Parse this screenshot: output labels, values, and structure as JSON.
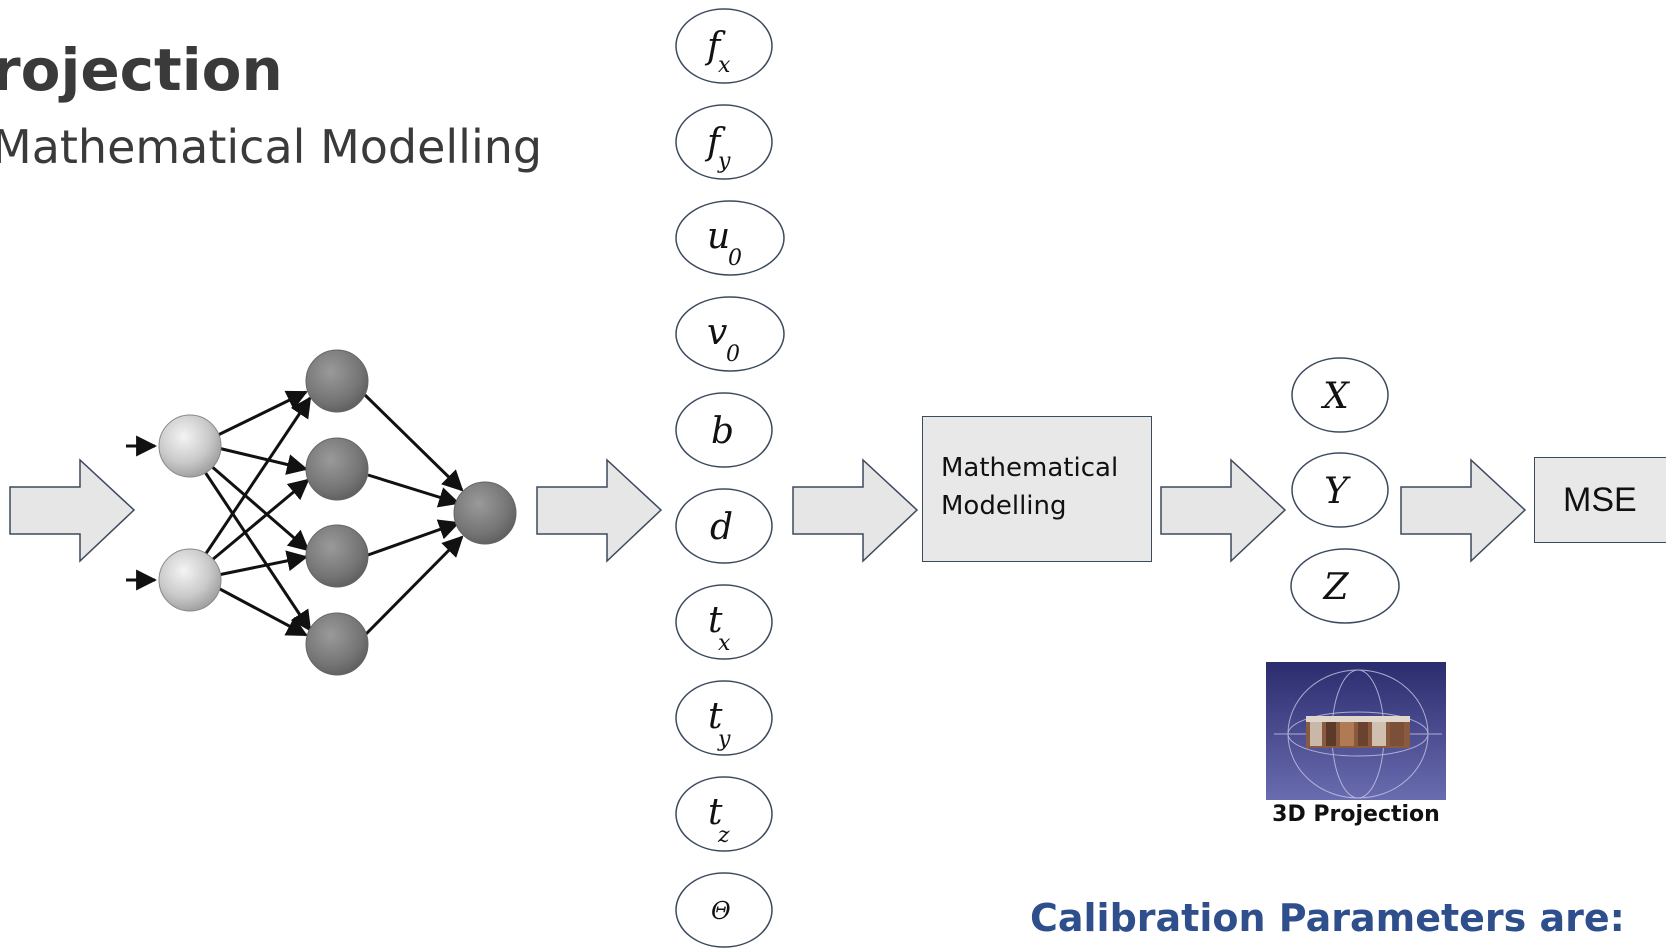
{
  "slide": {
    "title": "rojection",
    "subtitle": "Mathematical Modelling",
    "model_box": {
      "line1": "Mathematical",
      "line2": "Modelling"
    },
    "mse_label": "MSE",
    "thumbnail_caption": "3D Projection",
    "calibration_heading": "Calibration Parameters are:"
  },
  "parameters": [
    {
      "main": "f",
      "sub": "x"
    },
    {
      "main": "f",
      "sub": "y"
    },
    {
      "main": "u",
      "sub": "0"
    },
    {
      "main": "v",
      "sub": "0"
    },
    {
      "main": "b",
      "sub": ""
    },
    {
      "main": "d",
      "sub": ""
    },
    {
      "main": "t",
      "sub": "x"
    },
    {
      "main": "t",
      "sub": "y"
    },
    {
      "main": "t",
      "sub": "z"
    },
    {
      "main": "Θ",
      "sub": ""
    }
  ],
  "outputs": [
    "X",
    "Y",
    "Z"
  ],
  "colors": {
    "arrow_fill": "#e6e6e6",
    "outline": "#3c4a5e",
    "heading_blue": "#2e4f8c",
    "thumbnail_bg": "#3d3f8a"
  },
  "icons": {
    "network": "neural-network-icon",
    "arrow": "block-arrow-icon",
    "thumbnail": "3d-projection-icon"
  }
}
